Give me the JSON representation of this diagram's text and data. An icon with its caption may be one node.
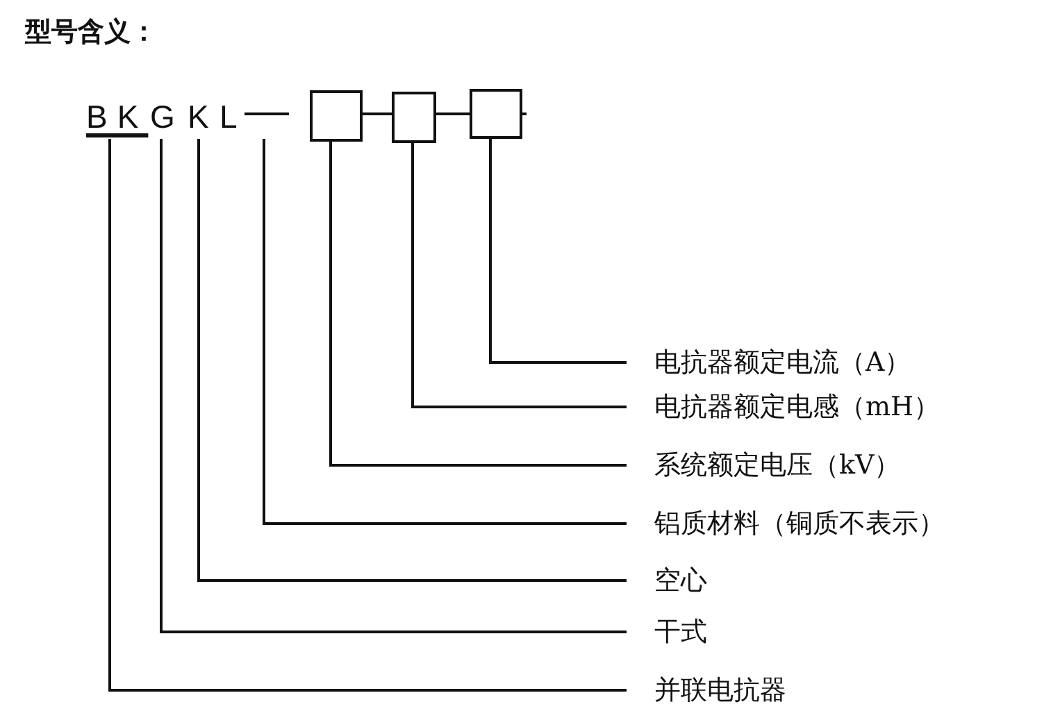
{
  "diagram": {
    "title": "型号含义：",
    "nodes": [
      {
        "text": [
          "BK"
        ]
      },
      {
        "text": [
          "G"
        ]
      },
      {
        "text": [
          "K"
        ]
      },
      {
        "text": [
          "L"
        ]
      },
      {
        "text": [],
        "shape": "box"
      },
      {
        "text": [],
        "shape": "box"
      },
      {
        "text": [],
        "shape": "box"
      },
      {
        "text": [
          "电抗器额定电流（A）"
        ]
      },
      {
        "text": [
          "电抗器额定电感（mH）"
        ]
      },
      {
        "text": [
          "系统额定电压（kV）"
        ]
      },
      {
        "text": [
          "铝质材料（铜质不表示）"
        ]
      },
      {
        "text": [
          "空心"
        ]
      },
      {
        "text": [
          "干式"
        ]
      },
      {
        "text": [
          "并联电抗器"
        ]
      }
    ],
    "edges": [
      {
        "from": 4,
        "to": 5,
        "arrow": "none"
      },
      {
        "from": 5,
        "to": 6,
        "arrow": "none"
      },
      {
        "from": 6,
        "to": 7,
        "arrow": "none"
      },
      {
        "from": 5,
        "to": 8,
        "arrow": "none"
      },
      {
        "from": 4,
        "to": 9,
        "arrow": "none"
      },
      {
        "from": 3,
        "to": 10,
        "arrow": "none"
      },
      {
        "from": 2,
        "to": 11,
        "arrow": "none"
      },
      {
        "from": 1,
        "to": 12,
        "arrow": "none"
      },
      {
        "from": 0,
        "to": 13,
        "arrow": "none"
      }
    ]
  }
}
